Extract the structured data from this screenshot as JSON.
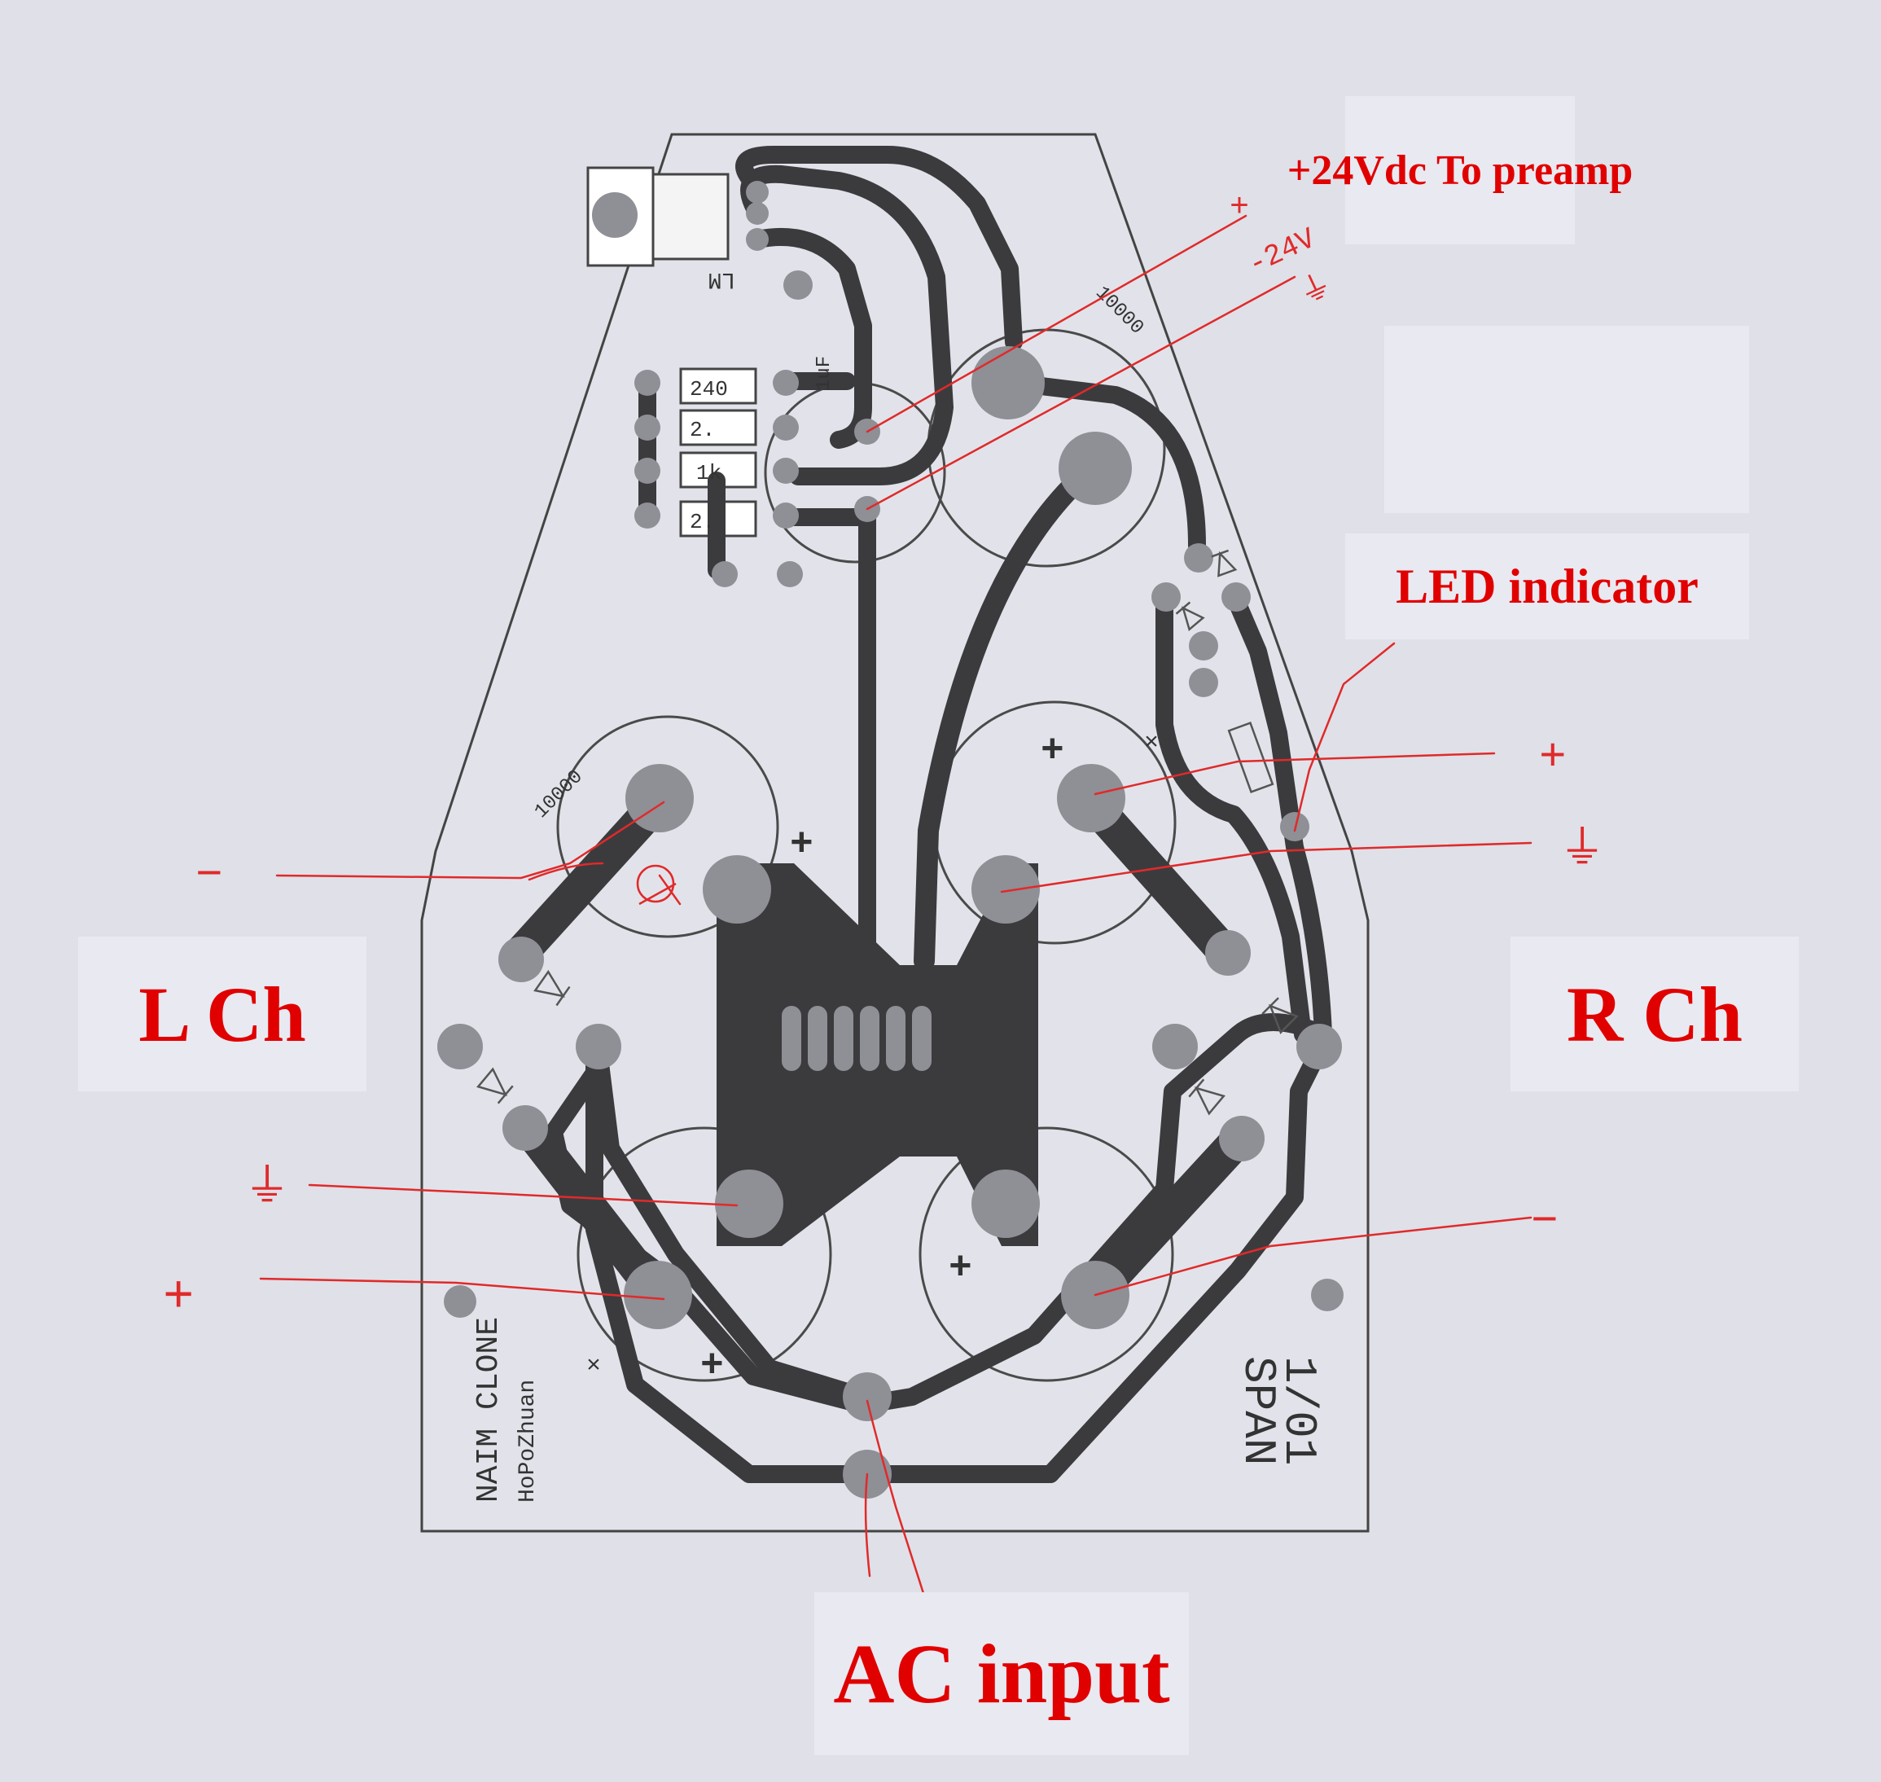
{
  "labels": {
    "preamp": "+24Vdc To preamp",
    "led": "LED indicator",
    "left_channel": "L Ch",
    "right_channel": "R Ch",
    "ac_input": "AC input"
  },
  "silkscreen": {
    "regulator": "LM",
    "resistor_240": "240",
    "resistor_1k": "1k",
    "resistor_2": "2.",
    "cap_small": "1uF",
    "cap_top": "10000",
    "cap_left": "10000",
    "plus": "+",
    "cross": "×",
    "board_name": "NAIM CLONE",
    "board_author": "HoPoZhuan",
    "board_id": "SPAN",
    "board_date": "1/01"
  },
  "annotations": {
    "plus": "+",
    "minus": "−",
    "ground": "⏚",
    "voltage": "-24V"
  },
  "colors": {
    "background": "#dfe0e8",
    "trace": "#3b3b3e",
    "pad": "#8f8f96",
    "outline": "#444444",
    "annotation_red": "#e10000",
    "pen_red": "#e02a2a"
  }
}
